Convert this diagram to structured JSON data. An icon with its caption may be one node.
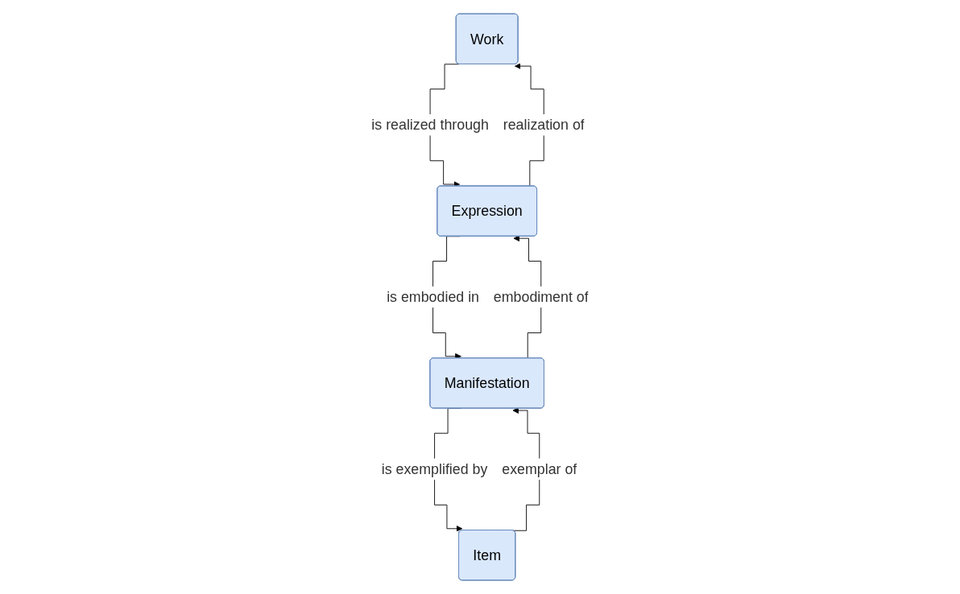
{
  "diagram": {
    "nodes": [
      {
        "text": [
          "Work"
        ]
      },
      {
        "text": [
          "Expression"
        ]
      },
      {
        "text": [
          "Manifestation"
        ]
      },
      {
        "text": [
          "Item"
        ]
      }
    ],
    "edges": [
      {
        "from": 0,
        "to": 1,
        "arrow": "to",
        "label": "is realized through"
      },
      {
        "from": 1,
        "to": 0,
        "arrow": "to",
        "label": "realization of"
      },
      {
        "from": 1,
        "to": 2,
        "arrow": "to",
        "label": "is embodied in"
      },
      {
        "from": 2,
        "to": 1,
        "arrow": "to",
        "label": "embodiment of"
      },
      {
        "from": 2,
        "to": 3,
        "arrow": "to",
        "label": "is exemplified by"
      },
      {
        "from": 3,
        "to": 2,
        "arrow": "to",
        "label": "exemplar of"
      }
    ]
  }
}
